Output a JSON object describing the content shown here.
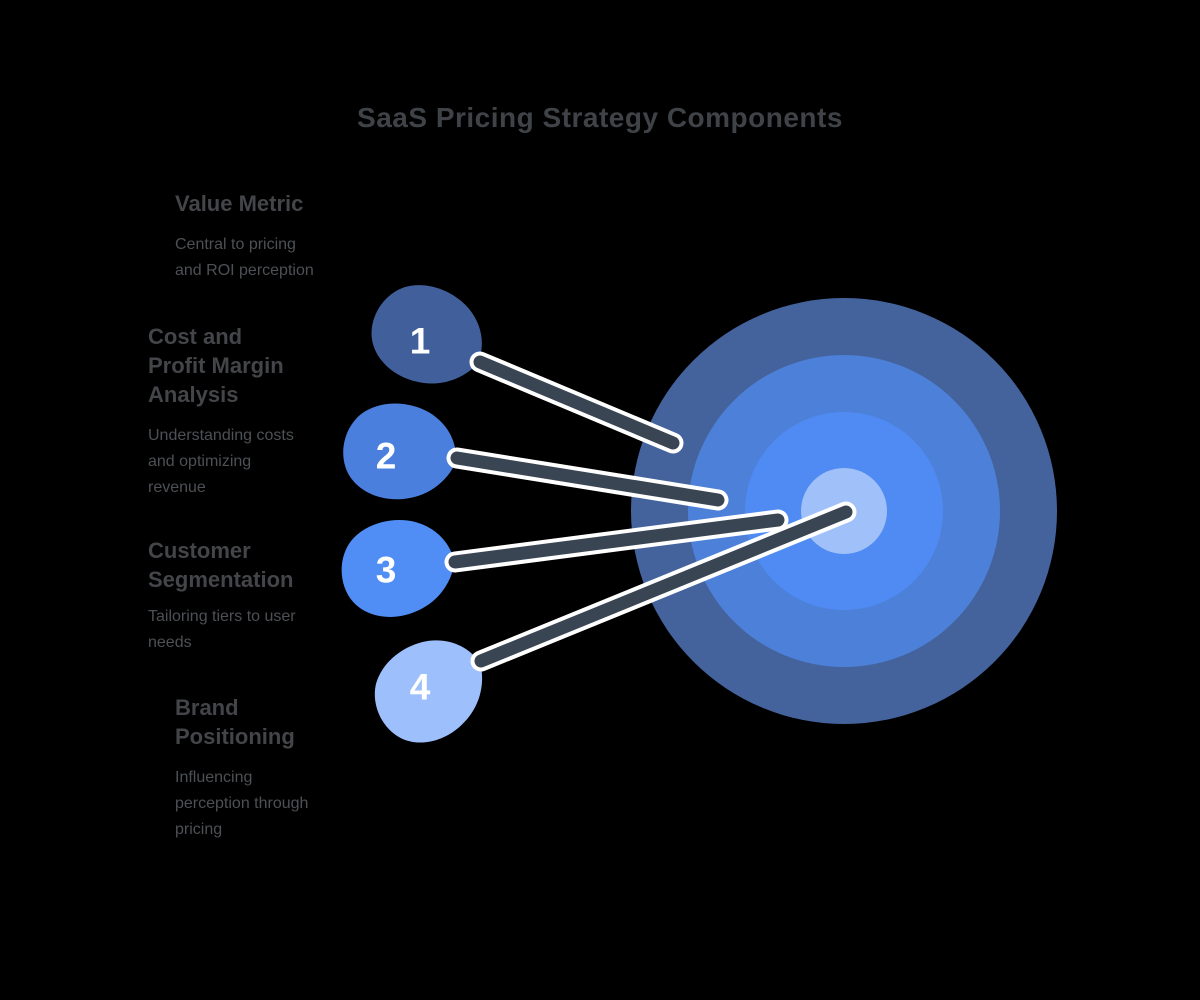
{
  "title": "SaaS Pricing Strategy Components",
  "items": [
    {
      "number": "1",
      "heading": "Value Metric",
      "heading_lines": [
        "Value Metric"
      ],
      "description": "Central to pricing and ROI perception",
      "description_lines": [
        "Central to pricing",
        "and ROI perception"
      ],
      "pin_color": "#41609b"
    },
    {
      "number": "2",
      "heading": "Cost and Profit Margin Analysis",
      "heading_lines": [
        "Cost and",
        "Profit Margin",
        "Analysis"
      ],
      "description": "Understanding costs and optimizing revenue",
      "description_lines": [
        "Understanding costs",
        "and optimizing",
        "revenue"
      ],
      "pin_color": "#4b7fdd"
    },
    {
      "number": "3",
      "heading": "Customer Segmentation",
      "heading_lines": [
        "Customer",
        "Segmentation"
      ],
      "description": "Tailoring tiers to user needs",
      "description_lines": [
        "Tailoring tiers to user",
        "needs"
      ],
      "pin_color": "#508df4"
    },
    {
      "number": "4",
      "heading": "Brand Positioning",
      "heading_lines": [
        "Brand",
        "Positioning"
      ],
      "description": "Influencing perception through pricing",
      "description_lines": [
        "Influencing",
        "perception through",
        "pricing"
      ],
      "pin_color": "#9dbffc"
    }
  ],
  "target": {
    "ring_colors": [
      "#44639c",
      "#4c80d9",
      "#4f8bf3",
      "#9fc0f9"
    ]
  },
  "connector": {
    "color": "#3a4553",
    "casing_color": "#ffffff"
  },
  "colors": {
    "background": "#000000",
    "title_text": "#3f4347",
    "heading_text": "#434549",
    "description_text": "#4d5054",
    "number_text": "#ffffff"
  }
}
